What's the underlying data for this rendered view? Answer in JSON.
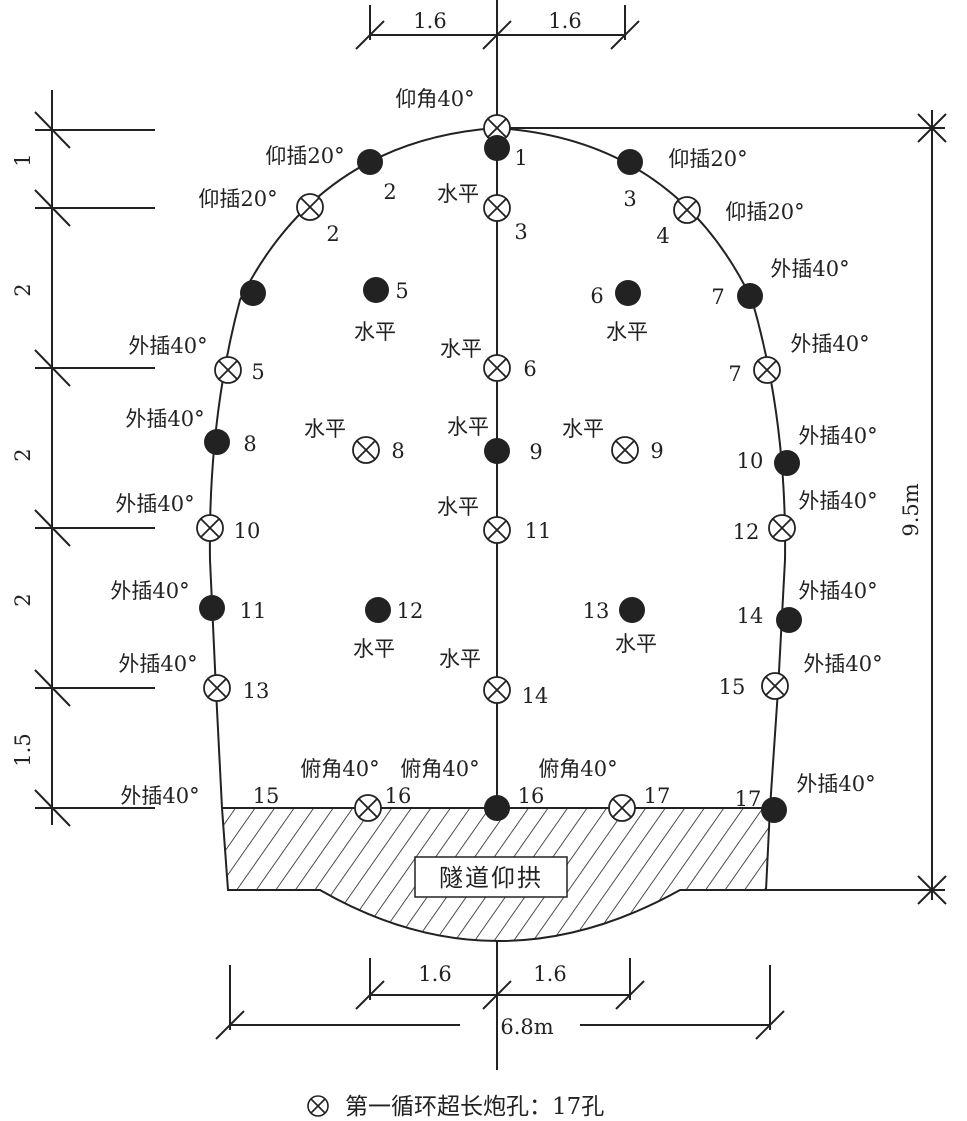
{
  "labels": [
    "1.6",
    "1.6",
    "仰角40°",
    "1",
    "仰插20°",
    "2",
    "水平",
    "3",
    "3",
    "仰插20°",
    "仰插20°",
    "2",
    "4",
    "仰插20°",
    "外插40°",
    "7",
    "5",
    "水平",
    "6",
    "水平",
    "外插40°",
    "5",
    "水平",
    "6",
    "7",
    "外插40°",
    "外插40°",
    "8",
    "水平",
    "8",
    "水平",
    "9",
    "水平",
    "9",
    "外插40°",
    "10",
    "外插40°",
    "10",
    "水平",
    "11",
    "12",
    "外插40°",
    "外插40°",
    "11",
    "12",
    "水平",
    "13",
    "水平",
    "14",
    "外插40°",
    "外插40°",
    "13",
    "水平",
    "14",
    "15",
    "外插40°",
    "俯角40°",
    "俯角40°",
    "俯角40°",
    "外插40°",
    "15",
    "16",
    "16",
    "17",
    "17",
    "外插40°",
    "1.6",
    "1.6",
    "6.8m"
  ],
  "left_dims": [
    "1",
    "2",
    "2",
    "2",
    "1.5"
  ],
  "height_dim": "9.5m",
  "invert_label": "隧道仰拱",
  "legend": {
    "text": "第一循环超长炮孔：17孔",
    "icon": "crossed-circle-icon"
  },
  "colors": {
    "line": "#222222"
  }
}
